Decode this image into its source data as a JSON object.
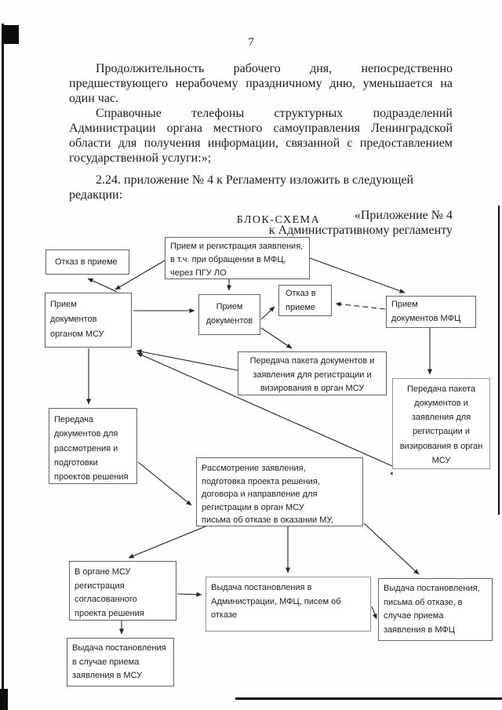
{
  "page": {
    "number": "7",
    "paragraphs": {
      "p1": "Продолжительность рабочего дня, непосредственно предшествующего нерабочему праздничному дню, уменьшается на один час.",
      "p2": "Справочные телефоны структурных подразделений Администрации органа местного самоуправления Ленинградской области для получения информации, связанной с предоставлением государственной услуги:»;",
      "p3": "2.24. приложение № 4 к Регламенту изложить в следующей редакции:",
      "annex_line1": "«Приложение № 4",
      "annex_line2": "к Административному регламенту"
    }
  },
  "flowchart": {
    "title": "БЛОК-СХЕМА",
    "nodes": {
      "intake_registration": {
        "text": "Прием и регистрация заявления,\nв т.ч. при обращении в МФЦ,\nчерез ПГУ ЛО"
      },
      "refusal_left": {
        "text": "Отказ в приеме"
      },
      "msu_documents": {
        "text": "Прием\nдокументов\nорганом  МСУ"
      },
      "documents_intake": {
        "text": "Прием\nдокументов"
      },
      "refusal_center": {
        "text": "Отказ в\nприеме"
      },
      "mfc_documents": {
        "text": "Прием\nдокументов МФЦ"
      },
      "package_transfer_center": {
        "text": "Передача пакета документов и\nзаявления для регистрации и\nвизирования в орган МСУ"
      },
      "package_transfer_right": {
        "text": "Передача пакета\nдокументов и\nзаявления для\nрегистрации и\nвизирования в орган\nМСУ"
      },
      "transfer_for_review": {
        "text": "Передача\nдокументов для\nрассмотрения и\nподготовки\nпроектов решения"
      },
      "review": {
        "text": "Рассмотрение заявления,\nподготовка проекта решения,\nдоговора  и направление для\nрегистрации в орган МСУ\nписьма об отказе в оказании МУ,"
      },
      "msu_registration": {
        "text": "В органе МСУ\nрегистрация\nсогласованного\nпроекта решения"
      },
      "issue_admin_mfc": {
        "text": "Выдача постановления в\nАдминистрации,  МФЦ,  писем об\nотказе"
      },
      "issue_mfc": {
        "text": "Выдача постановления,\nписьма об отказе, в\nслучае приема\nзаявления в МФЦ"
      },
      "issue_msu": {
        "text": "Выдача постановления\nв случае приема\nзаявления в МСУ"
      }
    },
    "edges": [
      {
        "from": "intake_registration",
        "to": "msu_documents"
      },
      {
        "from": "msu_documents",
        "to": "refusal_left"
      },
      {
        "from": "intake_registration",
        "to": "documents_intake"
      },
      {
        "from": "intake_registration",
        "to": "mfc_documents"
      },
      {
        "from": "msu_documents",
        "to": "documents_intake"
      },
      {
        "from": "documents_intake",
        "to": "refusal_center"
      },
      {
        "from": "mfc_documents",
        "to": "refusal_center"
      },
      {
        "from": "documents_intake",
        "to": "package_transfer_center"
      },
      {
        "from": "mfc_documents",
        "to": "package_transfer_right"
      },
      {
        "from": "package_transfer_center",
        "to": "msu_documents"
      },
      {
        "from": "package_transfer_right",
        "to": "msu_documents"
      },
      {
        "from": "msu_documents",
        "to": "transfer_for_review"
      },
      {
        "from": "transfer_for_review",
        "to": "review"
      },
      {
        "from": "review",
        "to": "msu_registration"
      },
      {
        "from": "review",
        "to": "issue_admin_mfc"
      },
      {
        "from": "review",
        "to": "issue_mfc"
      },
      {
        "from": "msu_registration",
        "to": "issue_admin_mfc"
      },
      {
        "from": "msu_registration",
        "to": "issue_msu"
      },
      {
        "from": "issue_admin_mfc",
        "to": "issue_mfc"
      }
    ]
  }
}
